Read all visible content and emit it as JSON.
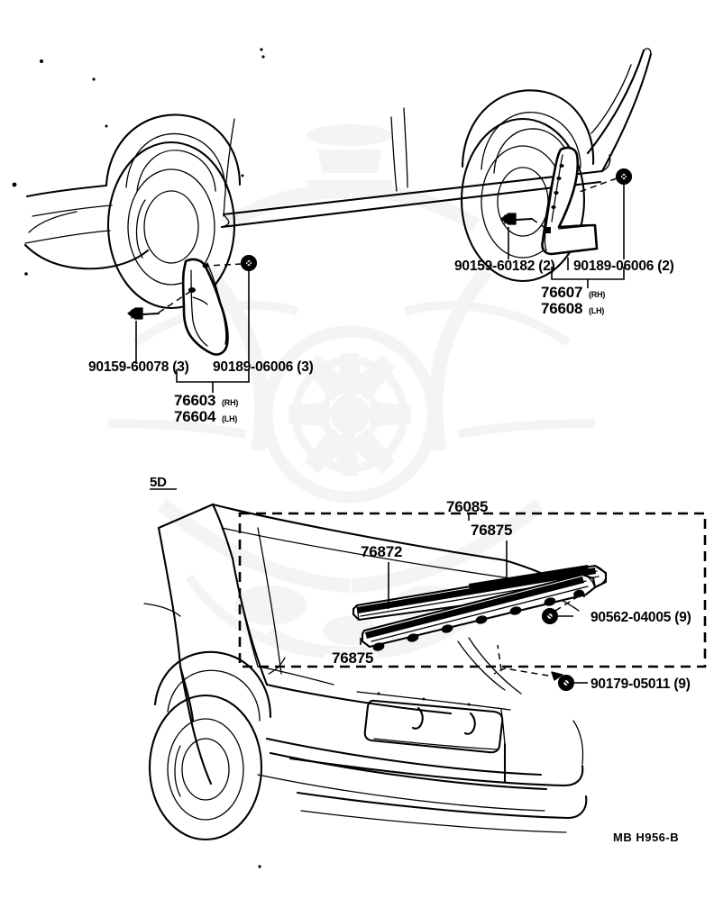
{
  "sheet": {
    "footer_code": "MB H956-B",
    "body_style_marker": "5D"
  },
  "upper_assembly_left": {
    "fastener_left": "90159-60078 (3)",
    "fastener_right": "90189-06006 (3)",
    "part_rh": "76603",
    "part_rh_side": "(RH)",
    "part_lh": "76604",
    "part_lh_side": "(LH)"
  },
  "upper_assembly_right": {
    "fastener_left": "90159-60182 (2)",
    "fastener_right": "90189-06006 (2)",
    "part_rh": "76607",
    "part_rh_side": "(RH)",
    "part_lh": "76608",
    "part_lh_side": "(LH)"
  },
  "lower_assembly": {
    "part_spoiler": "76085",
    "part_molding_upper": "76875",
    "part_molding_strip": "76872",
    "part_molding_lower": "76875",
    "fastener_clip": "90562-04005 (9)",
    "fastener_screw": "90179-05011 (9)"
  }
}
